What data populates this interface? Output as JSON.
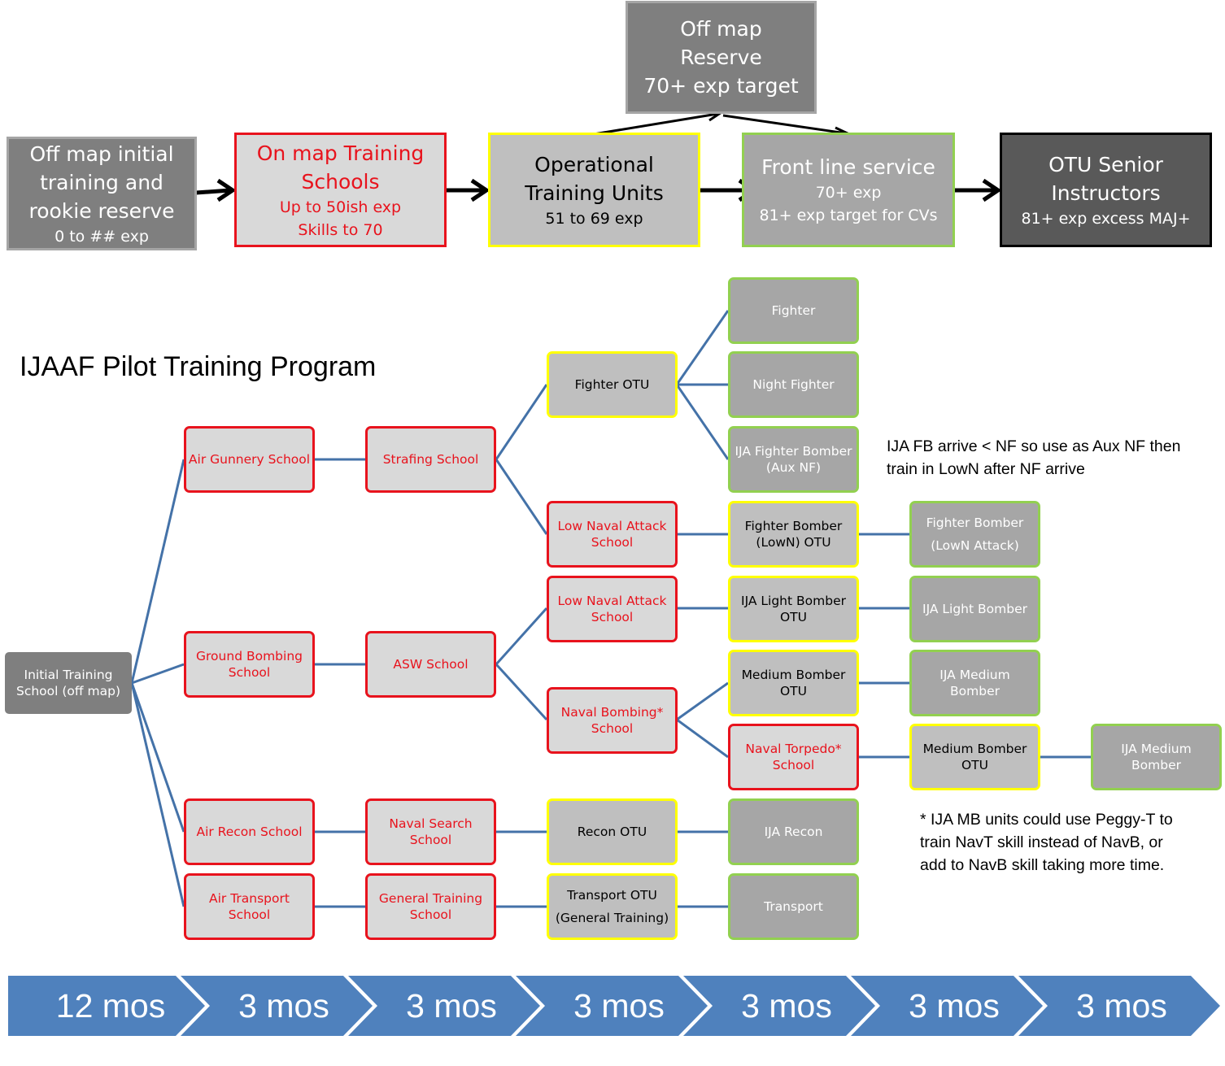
{
  "top_flow": {
    "initial": {
      "line1": "Off map initial",
      "line2": "training and",
      "line3": "rookie reserve",
      "line4": "0 to ## exp"
    },
    "schools": {
      "line1": "On map Training",
      "line2": "Schools",
      "line3": "Up to 50ish exp",
      "line4": "Skills to 70"
    },
    "otu": {
      "line1": "Operational",
      "line2": "Training Units",
      "line3": "51 to 69 exp"
    },
    "reserve": {
      "line1": "Off map",
      "line2": "Reserve",
      "line3": "70+ exp target"
    },
    "front": {
      "line1": "Front line service",
      "line2": "70+ exp",
      "line3": "81+ exp target for CVs"
    },
    "instructors": {
      "line1": "OTU Senior",
      "line2": "Instructors",
      "line3": "81+ exp excess MAJ+"
    }
  },
  "diagram": {
    "title": "IJAAF Pilot Training Program",
    "root": {
      "line1": "Initial Training",
      "line2": "School (off map)"
    },
    "air_gunnery": "Air Gunnery School",
    "strafing": "Strafing School",
    "fighter_otu": "Fighter OTU",
    "fighter": "Fighter",
    "night_fighter": "Night Fighter",
    "fighter_bomber_aux": {
      "line1": "IJA Fighter Bomber",
      "line2": "(Aux NF)"
    },
    "low_naval_1": {
      "line1": "Low Naval Attack",
      "line2": "School"
    },
    "fb_lown_otu": {
      "line1": "Fighter Bomber",
      "line2": "(LowN) OTU"
    },
    "fb_lown_attack": {
      "line1": "Fighter Bomber",
      "line2": "(LowN Attack)"
    },
    "ground_bombing": {
      "line1": "Ground Bombing",
      "line2": "School"
    },
    "asw": "ASW School",
    "low_naval_2": {
      "line1": "Low Naval Attack",
      "line2": "School"
    },
    "light_bomber_otu": {
      "line1": "IJA Light Bomber",
      "line2": "OTU"
    },
    "light_bomber": "IJA Light Bomber",
    "naval_bombing": {
      "line1": "Naval Bombing*",
      "line2": "School"
    },
    "medium_bomber_otu_1": {
      "line1": "Medium Bomber",
      "line2": "OTU"
    },
    "ija_medium_bomber_1": {
      "line1": "IJA Medium",
      "line2": "Bomber"
    },
    "naval_torpedo": {
      "line1": "Naval Torpedo*",
      "line2": "School"
    },
    "medium_bomber_otu_2": {
      "line1": "Medium Bomber",
      "line2": "OTU"
    },
    "ija_medium_bomber_2": {
      "line1": "IJA Medium",
      "line2": "Bomber"
    },
    "air_recon": "Air Recon School",
    "naval_search": {
      "line1": "Naval Search",
      "line2": "School"
    },
    "recon_otu": "Recon OTU",
    "ija_recon": "IJA Recon",
    "air_transport": {
      "line1": "Air Transport",
      "line2": "School"
    },
    "general_training": {
      "line1": "General Training",
      "line2": "School"
    },
    "transport_otu": {
      "line1": "Transport OTU",
      "line2": "(General Training)"
    },
    "transport": "Transport"
  },
  "notes": {
    "fb_note": {
      "line1": "IJA FB arrive < NF so use as Aux NF then",
      "line2": "train in LowN after NF arrive"
    },
    "mb_note": {
      "line1": "* IJA MB units could use Peggy-T to",
      "line2": "train NavT skill instead of NavB, or",
      "line3": "add to NavB skill taking more time."
    }
  },
  "timeline": {
    "segments": [
      "12 mos",
      "3 mos",
      "3 mos",
      "3 mos",
      "3 mos",
      "3 mos",
      "3 mos"
    ],
    "color": "#4f81bd"
  },
  "colors": {
    "school_border": "#e8131d",
    "otu_border": "#ffff00",
    "unit_border": "#92d050",
    "connector": "#4472a8"
  }
}
